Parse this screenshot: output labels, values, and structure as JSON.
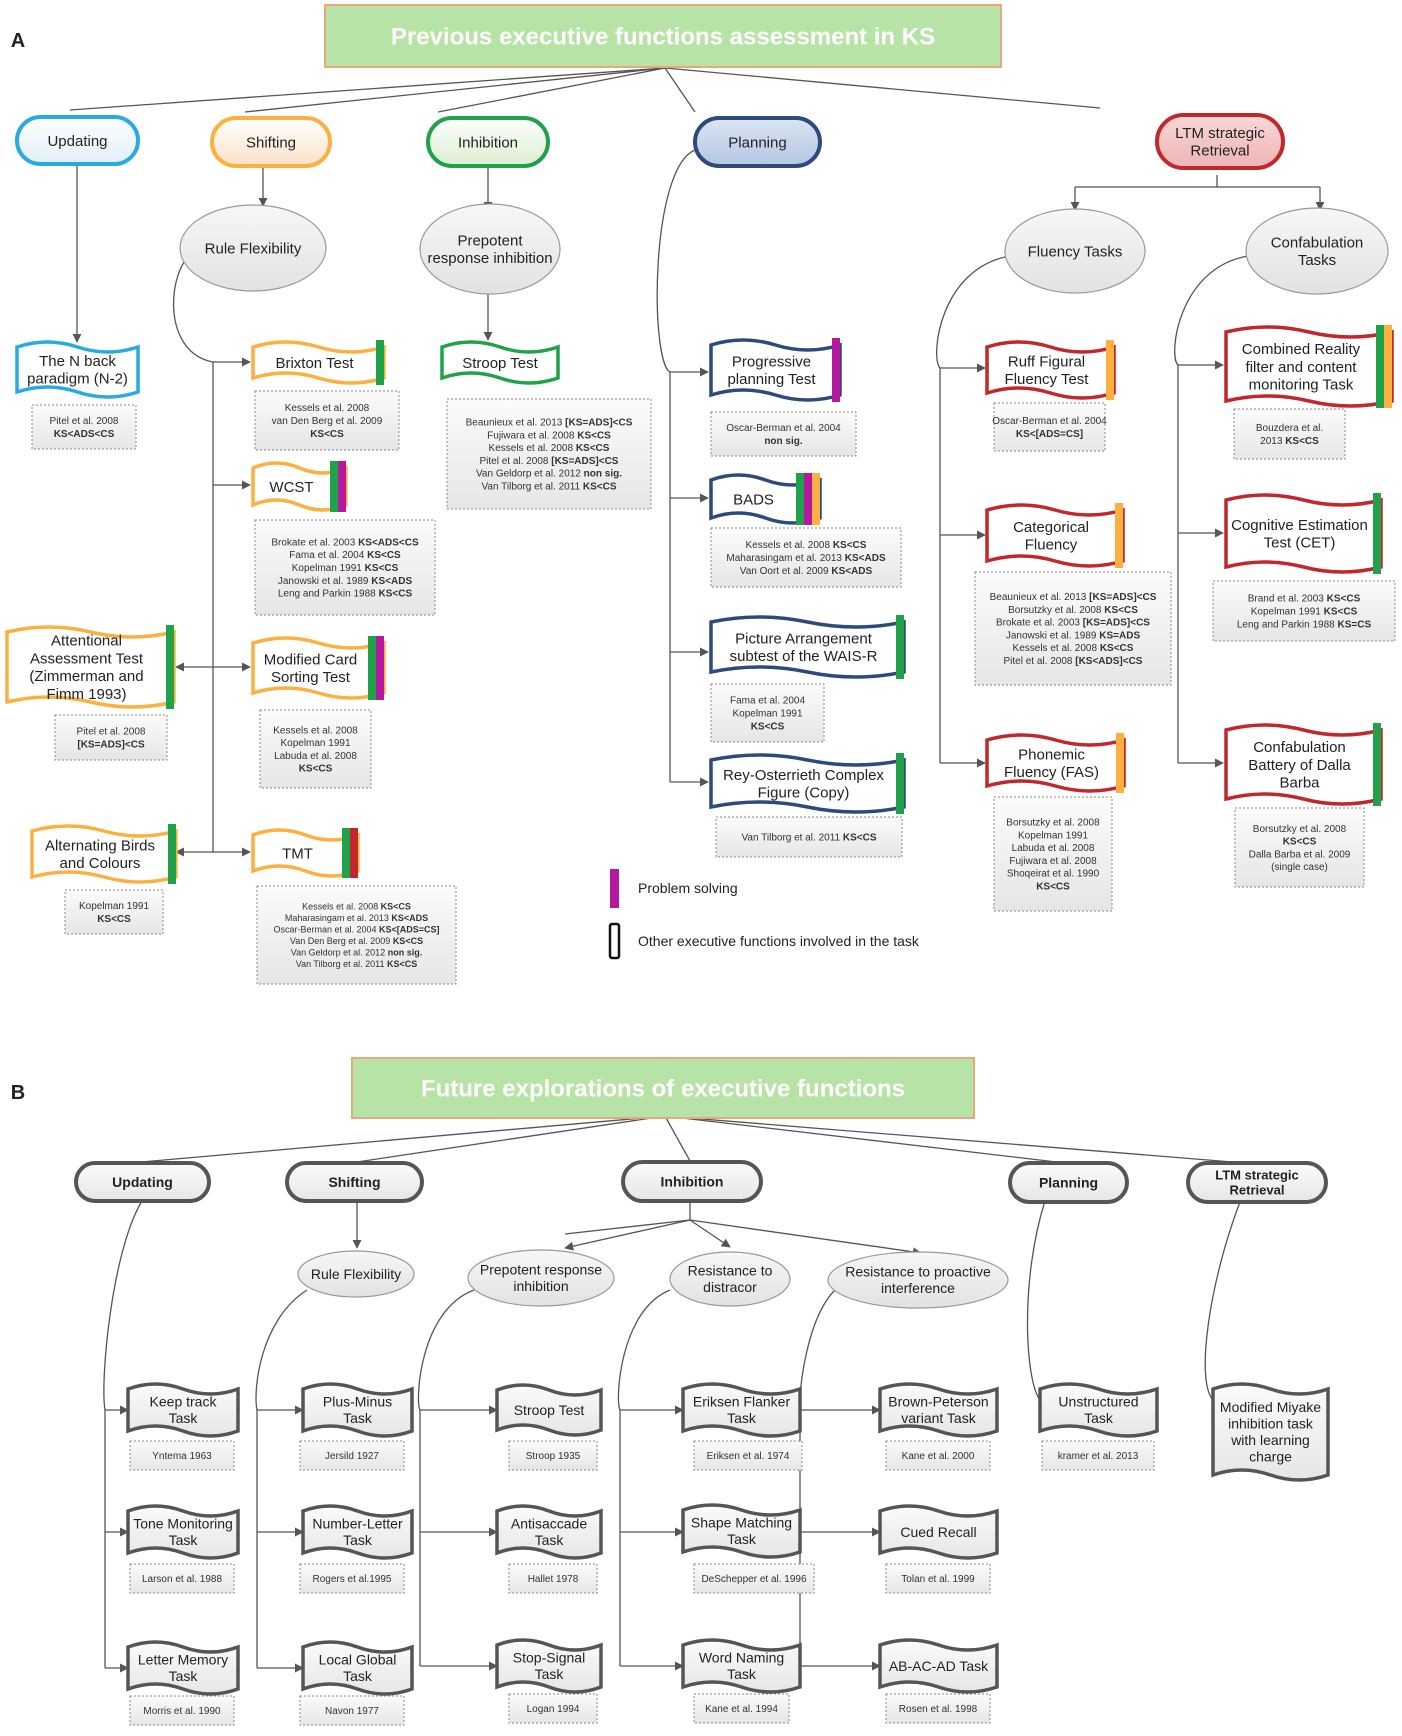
{
  "panelA": {
    "label": "A",
    "title": "Previous executive functions assessment in KS",
    "categories": {
      "updating": "Updating",
      "shifting": "Shifting",
      "inhibition": "Inhibition",
      "planning": "Planning",
      "ltm": [
        "LTM strategic",
        "Retrieval"
      ]
    },
    "subcategories": {
      "rule_flexibility": [
        "Rule Flexibility"
      ],
      "prepotent": [
        "Prepotent",
        "response inhibition"
      ],
      "fluency": [
        "Fluency Tasks"
      ],
      "confabulation": [
        "Confabulation",
        "Tasks"
      ]
    },
    "tests": {
      "nback": {
        "name": [
          "The N back",
          "paradigm (N-2)"
        ],
        "refs": [
          [
            [
              "Pitel et al. 2008",
              false
            ]
          ],
          [
            [
              "KS<ADS<CS",
              true
            ]
          ]
        ]
      },
      "brixton": {
        "name": [
          "Brixton Test"
        ],
        "refs": [
          [
            [
              "Kessels et al. 2008",
              false
            ]
          ],
          [
            [
              "van Den Berg et al. 2009",
              false
            ]
          ],
          [
            [
              "KS<CS",
              true
            ]
          ]
        ]
      },
      "wcst": {
        "name": [
          "WCST"
        ],
        "refs": [
          [
            [
              "Brokate et al. 2003 ",
              false
            ],
            [
              "KS<ADS<CS",
              true
            ]
          ],
          [
            [
              "Fama et al. 2004 ",
              false
            ],
            [
              "KS<CS",
              true
            ]
          ],
          [
            [
              "Kopelman 1991 ",
              false
            ],
            [
              "KS<CS",
              true
            ]
          ],
          [
            [
              "Janowski et al. 1989 ",
              false
            ],
            [
              "KS<ADS",
              true
            ]
          ],
          [
            [
              "Leng and Parkin 1988 ",
              false
            ],
            [
              "KS<CS",
              true
            ]
          ]
        ]
      },
      "attentional": {
        "name": [
          "Attentional",
          "Assessment Test",
          "(Zimmerman and",
          "Fimm 1993)"
        ],
        "refs": [
          [
            [
              "Pitel et al. 2008",
              false
            ]
          ],
          [
            [
              "[KS=ADS]<CS",
              true
            ]
          ]
        ]
      },
      "mcst": {
        "name": [
          "Modified Card",
          "Sorting Test"
        ],
        "refs": [
          [
            [
              "Kessels et al. 2008",
              false
            ]
          ],
          [
            [
              "Kopelman 1991",
              false
            ]
          ],
          [
            [
              "Labuda et al. 2008",
              false
            ]
          ],
          [
            [
              "KS<CS",
              true
            ]
          ]
        ]
      },
      "birds": {
        "name": [
          "Alternating Birds",
          "and Colours"
        ],
        "refs": [
          [
            [
              "Kopelman 1991",
              false
            ]
          ],
          [
            [
              "KS<CS",
              true
            ]
          ]
        ]
      },
      "tmt": {
        "name": [
          "TMT"
        ],
        "refs": [
          [
            [
              "Kessels et al. 2008 ",
              false
            ],
            [
              "KS<CS",
              true
            ]
          ],
          [
            [
              "Maharasingam et al. 2013 ",
              false
            ],
            [
              "KS<ADS",
              true
            ]
          ],
          [
            [
              "Oscar-Berman et al. 2004 ",
              false
            ],
            [
              "KS<[ADS=CS]",
              true
            ]
          ],
          [
            [
              "Van Den Berg et al. 2009 ",
              false
            ],
            [
              "KS<CS",
              true
            ]
          ],
          [
            [
              "Van Geldorp et al. 2012 ",
              false
            ],
            [
              "non sig.",
              true
            ]
          ],
          [
            [
              "Van Tilborg et al. 2011 ",
              false
            ],
            [
              "KS<CS",
              true
            ]
          ]
        ]
      },
      "stroop": {
        "name": [
          "Stroop Test"
        ],
        "refs": [
          [
            [
              "Beaunieux et al. 2013 ",
              false
            ],
            [
              "[KS=ADS]<CS",
              true
            ]
          ],
          [
            [
              "Fujiwara et al. 2008 ",
              false
            ],
            [
              "KS<CS",
              true
            ]
          ],
          [
            [
              "Kessels et al. 2008 ",
              false
            ],
            [
              "KS<CS",
              true
            ]
          ],
          [
            [
              "Pitel et al. 2008 ",
              false
            ],
            [
              "[KS=ADS]<CS",
              true
            ]
          ],
          [
            [
              "Van Geldorp et al. 2012 ",
              false
            ],
            [
              "non sig.",
              true
            ]
          ],
          [
            [
              "Van Tilborg et al. 2011 ",
              false
            ],
            [
              "KS<CS",
              true
            ]
          ]
        ]
      },
      "progressive": {
        "name": [
          "Progressive",
          "planning Test"
        ],
        "refs": [
          [
            [
              "Oscar-Berman et al. 2004",
              false
            ]
          ],
          [
            [
              "non sig.",
              true
            ]
          ]
        ]
      },
      "bads": {
        "name": [
          "BADS"
        ],
        "refs": [
          [
            [
              "Kessels et al. 2008 ",
              false
            ],
            [
              "KS<CS",
              true
            ]
          ],
          [
            [
              "Maharasingam et al. 2013 ",
              false
            ],
            [
              "KS<ADS",
              true
            ]
          ],
          [
            [
              "Van Oort et al. 2009 ",
              false
            ],
            [
              "KS<ADS",
              true
            ]
          ]
        ]
      },
      "picture": {
        "name": [
          "Picture Arrangement",
          "subtest of the WAIS-R"
        ],
        "refs": [
          [
            [
              "Fama et al. 2004",
              false
            ]
          ],
          [
            [
              "Kopelman 1991",
              false
            ]
          ],
          [
            [
              "KS<CS",
              true
            ]
          ]
        ]
      },
      "rey": {
        "name": [
          "Rey-Osterrieth Complex",
          "Figure (Copy)"
        ],
        "refs": [
          [
            [
              "Van Tilborg et al. 2011 ",
              false
            ],
            [
              "KS<CS",
              true
            ]
          ]
        ]
      },
      "ruff": {
        "name": [
          "Ruff Figural",
          "Fluency Test"
        ],
        "refs": [
          [
            [
              "Oscar-Berman et al. 2004",
              false
            ]
          ],
          [
            [
              "KS<[ADS=CS]",
              true
            ]
          ]
        ]
      },
      "categorical": {
        "name": [
          "Categorical",
          "Fluency"
        ],
        "refs": [
          [
            [
              "Beaunieux et al. 2013 ",
              false
            ],
            [
              "[KS=ADS]<CS",
              true
            ]
          ],
          [
            [
              "Borsutzky et al. 2008 ",
              false
            ],
            [
              "KS<CS",
              true
            ]
          ],
          [
            [
              "Brokate et al. 2003 ",
              false
            ],
            [
              "[KS=ADS]<CS",
              true
            ]
          ],
          [
            [
              "Janowski et al. 1989 ",
              false
            ],
            [
              "KS=ADS",
              true
            ]
          ],
          [
            [
              "Kessels et al. 2008 ",
              false
            ],
            [
              "KS<CS",
              true
            ]
          ],
          [
            [
              "Pitel et al. 2008 ",
              false
            ],
            [
              "[KS<ADS]<CS",
              true
            ]
          ]
        ]
      },
      "phonemic": {
        "name": [
          "Phonemic",
          "Fluency (FAS)"
        ],
        "refs": [
          [
            [
              "Borsutzky et al. 2008",
              false
            ]
          ],
          [
            [
              "Kopelman 1991",
              false
            ]
          ],
          [
            [
              "Labuda et al. 2008",
              false
            ]
          ],
          [
            [
              "Fujiwara et al. 2008",
              false
            ]
          ],
          [
            [
              "Shoqeirat et al. 1990",
              false
            ]
          ],
          [
            [
              "KS<CS",
              true
            ]
          ]
        ]
      },
      "combined": {
        "name": [
          "Combined Reality",
          "filter and content",
          "monitoring Task"
        ],
        "refs": [
          [
            [
              "Bouzdera et al.",
              false
            ]
          ],
          [
            [
              "2013 ",
              false
            ],
            [
              "KS<CS",
              true
            ]
          ]
        ]
      },
      "cet": {
        "name": [
          "Cognitive Estimation",
          "Test (CET)"
        ],
        "refs": [
          [
            [
              "Brand et al. 2003  ",
              false
            ],
            [
              "KS<CS",
              true
            ]
          ],
          [
            [
              "Kopelman 1991 ",
              false
            ],
            [
              "KS<CS",
              true
            ]
          ],
          [
            [
              "Leng and Parkin 1988 ",
              false
            ],
            [
              "KS=CS",
              true
            ]
          ]
        ]
      },
      "dalla": {
        "name": [
          "Confabulation",
          "Battery of Dalla",
          "Barba"
        ],
        "refs": [
          [
            [
              "Borsutzky et al. 2008",
              false
            ]
          ],
          [
            [
              "KS<CS",
              true
            ]
          ],
          [
            [
              "Dalla Barba et al. 2009",
              false
            ]
          ],
          [
            [
              "(single case)",
              false
            ]
          ]
        ]
      }
    },
    "legend": {
      "problem_solving": "Problem solving",
      "other": "Other executive functions involved in the task"
    }
  },
  "panelB": {
    "label": "B",
    "title": "Future explorations of executive functions",
    "categories": {
      "updating": [
        "Updating"
      ],
      "shifting": [
        "Shifting"
      ],
      "inhibition": [
        "Inhibition"
      ],
      "planning": [
        "Planning"
      ],
      "ltm": [
        "LTM strategic",
        "Retrieval"
      ]
    },
    "subcategories": {
      "rule_flexibility": [
        "Rule Flexibility"
      ],
      "prepotent": [
        "Prepotent response",
        "inhibition"
      ],
      "distractor": [
        "Resistance to",
        "distracor"
      ],
      "proactive": [
        "Resistance to proactive",
        "interference"
      ]
    },
    "tasks": {
      "keep_track": {
        "name": [
          "Keep track",
          "Task"
        ],
        "ref": "Yntema 1963"
      },
      "tone": {
        "name": [
          "Tone Monitoring",
          "Task"
        ],
        "ref": "Larson et al. 1988"
      },
      "letter_memory": {
        "name": [
          "Letter Memory",
          "Task"
        ],
        "ref": "Morris et al. 1990"
      },
      "plus_minus": {
        "name": [
          "Plus-Minus",
          "Task"
        ],
        "ref": "Jersild 1927"
      },
      "number_letter": {
        "name": [
          "Number-Letter",
          "Task"
        ],
        "ref": "Rogers et al.1995"
      },
      "local_global": {
        "name": [
          "Local Global",
          "Task"
        ],
        "ref": "Navon 1977"
      },
      "stroop": {
        "name": [
          "Stroop Test"
        ],
        "ref": "Stroop 1935"
      },
      "antisaccade": {
        "name": [
          "Antisaccade",
          "Task"
        ],
        "ref": "Hallet 1978"
      },
      "stop_signal": {
        "name": [
          "Stop-Signal",
          "Task"
        ],
        "ref": "Logan 1994"
      },
      "eriksen": {
        "name": [
          "Eriksen Flanker",
          "Task"
        ],
        "ref": "Eriksen et al. 1974"
      },
      "shape": {
        "name": [
          "Shape Matching",
          "Task"
        ],
        "ref": "DeSchepper et al. 1996"
      },
      "word": {
        "name": [
          "Word Naming",
          "Task"
        ],
        "ref": "Kane et al. 1994"
      },
      "brown": {
        "name": [
          "Brown-Peterson",
          "variant Task"
        ],
        "ref": "Kane et al. 2000"
      },
      "cued": {
        "name": [
          "Cued Recall"
        ],
        "ref": "Tolan et al. 1999"
      },
      "abac": {
        "name": [
          "AB-AC-AD Task"
        ],
        "ref": "Rosen et al. 1998"
      },
      "unstructured": {
        "name": [
          "Unstructured",
          "Task"
        ],
        "ref": "kramer et al. 2013"
      },
      "miyake": {
        "name": [
          "Modified Miyake",
          "inhibition task",
          "with learning",
          "charge"
        ],
        "ref": ""
      }
    }
  },
  "colors": {
    "updating": "#29abe2",
    "shifting": "#fbb040",
    "inhibition": "#1fa24a",
    "planning": "#2e4a7d",
    "ltm": "#c1272d",
    "problem_solving": "#b5179e",
    "title_fill": "#b7e4a6",
    "title_border": "#e8a87c"
  }
}
